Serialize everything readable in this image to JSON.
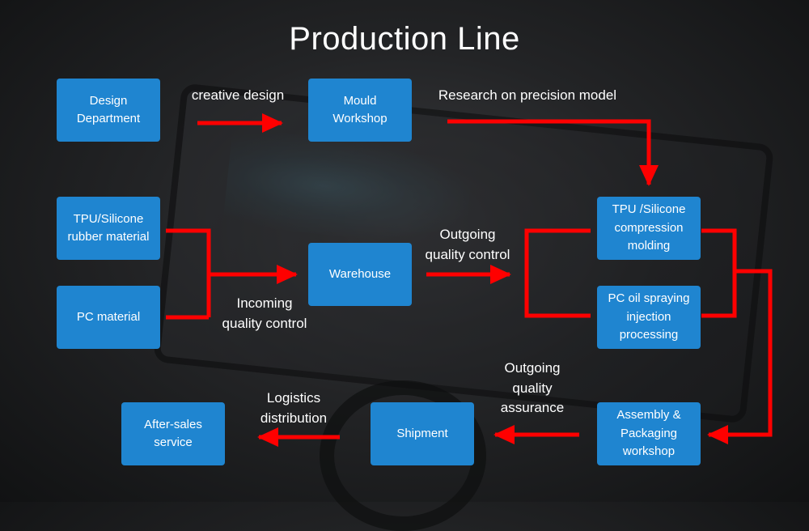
{
  "title": "Production Line",
  "boxes": {
    "design": "Design\nDepartment",
    "mould": "Mould\nWorkshop",
    "tpu_material": "TPU/Silicone\nrubber material",
    "pc_material": "PC material",
    "warehouse": "Warehouse",
    "tpu_molding": "TPU /Silicone\ncompression\nmolding",
    "pc_spraying": "PC oil spraying\ninjection\nprocessing",
    "after_sales": "After-sales\nservice",
    "shipment": "Shipment",
    "assembly": "Assembly &\nPackaging\nworkshop"
  },
  "labels": {
    "creative_design": "creative design",
    "research": "Research on precision model",
    "outgoing_qc": "Outgoing\nquality control",
    "incoming_qc": "Incoming\nquality control",
    "outgoing_qa": "Outgoing\nquality\nassurance",
    "logistics": "Logistics\ndistribution"
  },
  "colors": {
    "box": "#1f85d0",
    "arrow": "#ff0000",
    "text": "#ffffff"
  }
}
